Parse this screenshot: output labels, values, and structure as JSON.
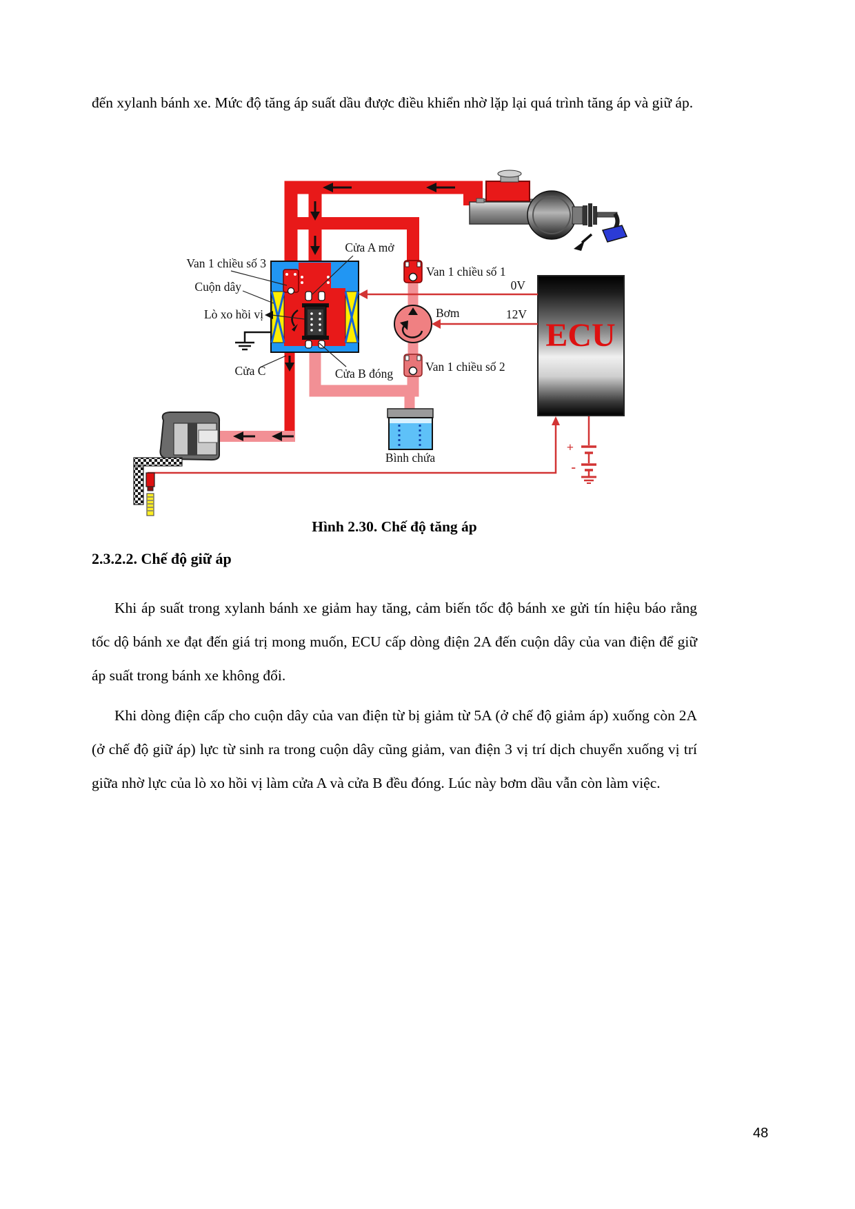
{
  "page": {
    "number": "48"
  },
  "content": {
    "paragraph_intro": "đến xylanh bánh xe. Mức độ tăng áp suất dầu được điều khiển nhờ lặp lại quá trình tăng áp và giữ áp.",
    "figure_caption": "Hình 2.30. Chế độ tăng áp",
    "section_heading": "2.3.2.2. Chế độ giữ áp",
    "paragraph_1": "Khi áp suất trong xylanh bánh xe giảm hay tăng, cảm biến tốc độ bánh xe gửi tín hiệu báo rằng tốc dộ bánh xe đạt đến giá trị mong muốn, ECU cấp dòng điện 2A đến cuộn dây của van điện để giữ áp suất trong bánh xe không đổi.",
    "paragraph_2": "Khi dòng điện cấp cho cuộn dây của van điện từ bị giảm từ 5A (ở chế độ giảm áp) xuống còn 2A (ở chế độ giữ áp) lực từ sinh ra trong cuộn dây cũng giảm, van điện 3 vị trí dịch chuyển xuống vị trí giữa nhờ lực của lò xo hồi vị làm cửa A và cửa B đều đóng. Lúc này bơm dầu vẫn còn làm việc."
  },
  "figure": {
    "labels": {
      "port_a": "Cửa A mở",
      "check_valve_3": "Van 1 chiều số 3",
      "coil": "Cuộn dây",
      "return_spring": "Lò xo hồi vị",
      "port_c": "Cửa C",
      "port_b": "Cửa B đóng",
      "check_valve_1": "Van 1 chiều số 1",
      "voltage_0": "0V",
      "pump": "Bơm",
      "voltage_12": "12V",
      "check_valve_2": "Van 1 chiều số 2",
      "reservoir": "Bình chứa",
      "ecu": "ECU",
      "battery_plus": "+",
      "battery_minus": "-"
    },
    "colors": {
      "pipe_red": "#e81919",
      "pipe_pink": "#f29095",
      "valve_blue": "#2196f3",
      "coil_yellow": "#ffee00",
      "tank_blue": "#5ec1f8",
      "ecu_text_red": "#dd1111",
      "wire_red": "#d23434"
    }
  }
}
